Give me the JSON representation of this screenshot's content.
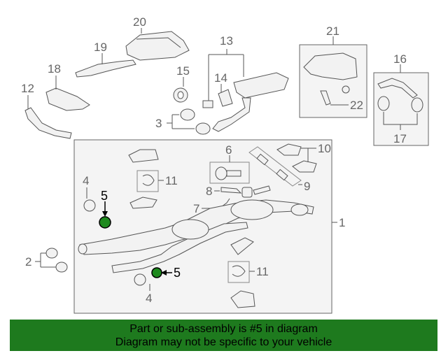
{
  "callouts": {
    "c1": "1",
    "c2": "2",
    "c3": "3",
    "c4a": "4",
    "c4b": "4",
    "c5a": "5",
    "c5b": "5",
    "c6": "6",
    "c7": "7",
    "c8": "8",
    "c9": "9",
    "c10": "10",
    "c11a": "11",
    "c11b": "11",
    "c12": "12",
    "c13": "13",
    "c14": "14",
    "c15": "15",
    "c16": "16",
    "c17": "17",
    "c18": "18",
    "c19": "19",
    "c20": "20",
    "c21": "21",
    "c22": "22"
  },
  "banner": {
    "line1": "Part or sub-assembly is #5 in diagram",
    "line2": "Diagram may not be specific to your vehicle"
  },
  "colors": {
    "banner_bg": "#1e7a1e",
    "highlight_part": "#1e8a1e"
  }
}
